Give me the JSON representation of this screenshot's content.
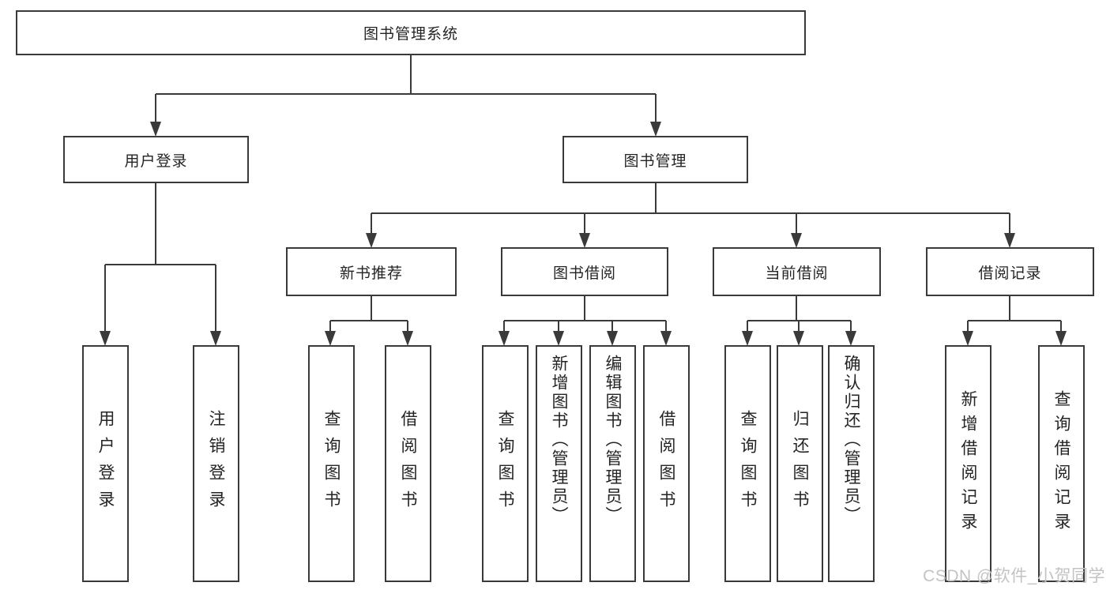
{
  "nodes": {
    "root": "图书管理系统",
    "user_login": "用户登录",
    "book_mgmt": "图书管理",
    "new_book_rec": "新书推荐",
    "book_borrow": "图书借阅",
    "current_borrow": "当前借阅",
    "borrow_records": "借阅记录",
    "leaves": {
      "login": [
        "用户登录",
        "注销登录"
      ],
      "recommend": [
        "查询图书",
        "借阅图书"
      ],
      "borrow": [
        "查询图书",
        "新增图书（管理员）",
        "编辑图书（管理员）",
        "借阅图书"
      ],
      "current": [
        "查询图书",
        "归还图书",
        "确认归还（管理员）"
      ],
      "records": [
        "新增借阅记录",
        "查询借阅记录"
      ]
    }
  },
  "watermark": "CSDN @软件_小贺同学",
  "colors": {
    "line": "#3a3a3a",
    "box_border": "#3a3a3a",
    "text": "#242424",
    "background": "#ffffff",
    "watermark": "#c3c3c6"
  }
}
